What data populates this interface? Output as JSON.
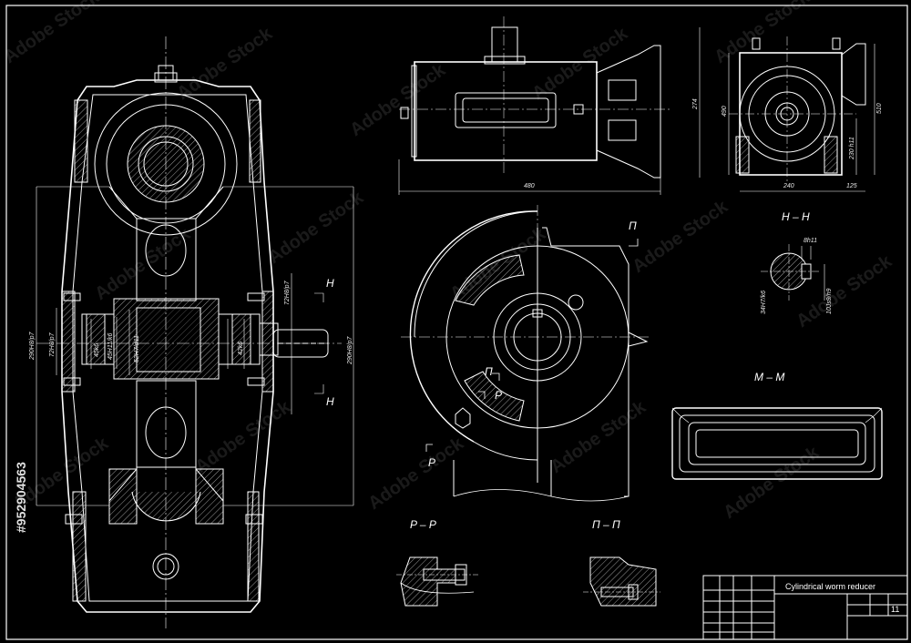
{
  "title_block": {
    "title": "Cylindrical worm reducer",
    "sheet_number": "11"
  },
  "watermark": {
    "text": "Adobe Stock",
    "stock_id": "#952904563"
  },
  "section_labels": {
    "h_h": "H – H",
    "m_m": "M – M",
    "p_p": "P – P",
    "pi_pi": "П – П",
    "cut_h": "H",
    "cut_p": "P",
    "cut_pi": "П"
  },
  "dimensions": {
    "top_width": "480",
    "top_height": "274",
    "side_width": "240",
    "side_offset": "125",
    "side_height": "510",
    "side_height_left": "490",
    "side_shaft": "230 h11",
    "main_d1": "290H8/p7",
    "main_d2": "290H8/p7",
    "main_d3": "72H8/p7",
    "main_d4": "72H8/p7",
    "main_d5": "52H7/d11",
    "main_d6": "45H11/k6",
    "main_d7": "45k6",
    "main_d8": "42k6",
    "hh_key": "8h11",
    "hh_d1": "34H7/k6",
    "hh_d2": "10Js9/h9"
  },
  "colors": {
    "background": "#000000",
    "line": "#ffffff"
  }
}
